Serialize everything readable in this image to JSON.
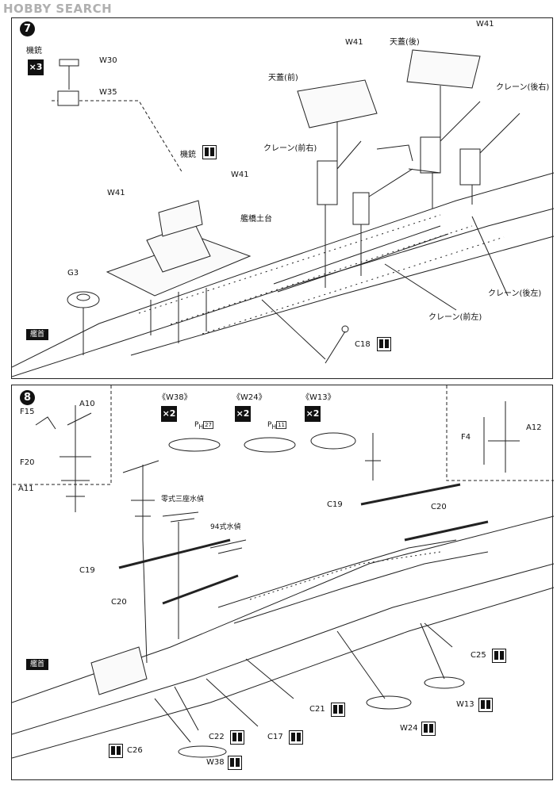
{
  "watermark": "HOBBY SEARCH",
  "step7": {
    "number": "7",
    "multiplier": "×3",
    "bow": "艦首",
    "labels": {
      "kijuu_left": "機銃",
      "w30": "W30",
      "w35": "W35",
      "kijuu_mid": "機銃",
      "w41_a": "W41",
      "w41_b": "W41",
      "w41_c": "W41",
      "w41_d": "W41",
      "kankyou": "艦橋土台",
      "g3": "G3",
      "tengai_mae": "天蓋(前)",
      "tengai_ato": "天蓋(後)",
      "crane_zenu": "クレーン(前右)",
      "crane_kouu": "クレーン(後右)",
      "crane_kousa": "クレーン(後左)",
      "crane_zensa": "クレーン(前左)",
      "c18": "C18"
    }
  },
  "step8": {
    "number": "8",
    "bow": "艦首",
    "insets": [
      {
        "title": "《W38》",
        "mult": "×2",
        "ph": "P",
        "ph_sub": "H",
        "ph_num": "27"
      },
      {
        "title": "《W24》",
        "mult": "×2",
        "ph": "P",
        "ph_sub": "H",
        "ph_num": "11"
      },
      {
        "title": "《W13》",
        "mult": "×2"
      }
    ],
    "labels": {
      "f15": "F15",
      "a10": "A10",
      "f20": "F20",
      "a11": "A11",
      "f4": "F4",
      "a12": "A12",
      "zero": "零式三座水偵",
      "type94": "94式水偵",
      "c19_left": "C19",
      "c20_left": "C20",
      "c19_right": "C19",
      "c20_right": "C20",
      "c25": "C25",
      "w13": "W13",
      "w24": "W24",
      "c21": "C21",
      "c17": "C17",
      "c22": "C22",
      "c26": "C26",
      "w38": "W38"
    }
  }
}
